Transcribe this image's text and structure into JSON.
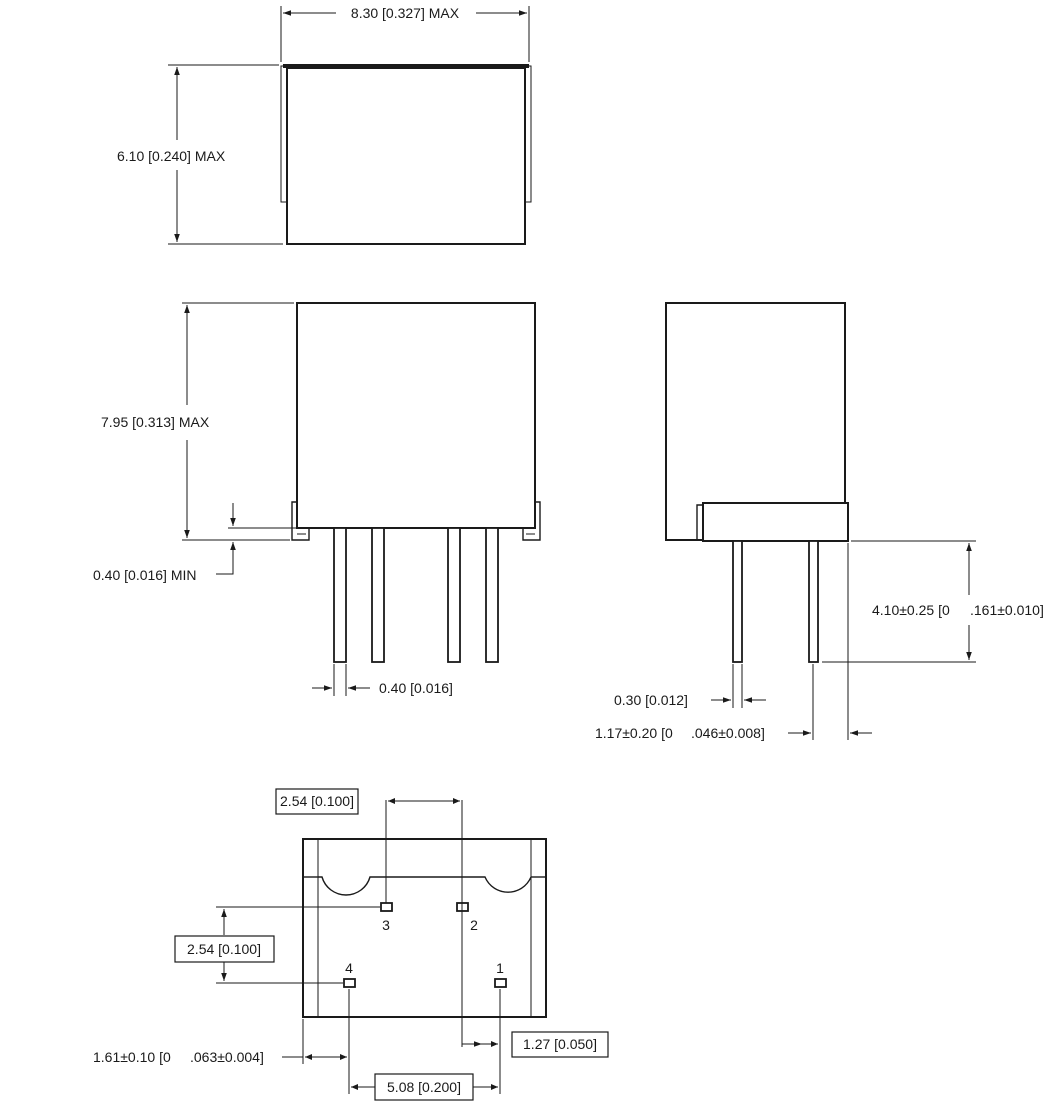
{
  "dimensions": {
    "top_width": "8.30 [0.327] MAX",
    "top_height": "6.10 [0.240] MAX",
    "front_height": "7.95 [0.313] MAX",
    "standoff": "0.40 [0.016] MIN",
    "pin_width_front": "0.40 [0.016]",
    "pin_length": "4.10±0.25 [0",
    "pin_length_inch": ".161±0.010]",
    "pin_thickness": "0.30 [0.012]",
    "pin_offset": "1.17±0.20 [0",
    "pin_offset_inch": ".046±0.008]",
    "pitch_x": "2.54 [0.100]",
    "pitch_y": "2.54 [0.100]",
    "edge_offset": "1.61±0.10 [0",
    "edge_offset_inch": ".063±0.004]",
    "pin1_offset": "1.27 [0.050]",
    "row_span": "5.08 [0.200]"
  },
  "pins": {
    "p1": "1",
    "p2": "2",
    "p3": "3",
    "p4": "4"
  }
}
